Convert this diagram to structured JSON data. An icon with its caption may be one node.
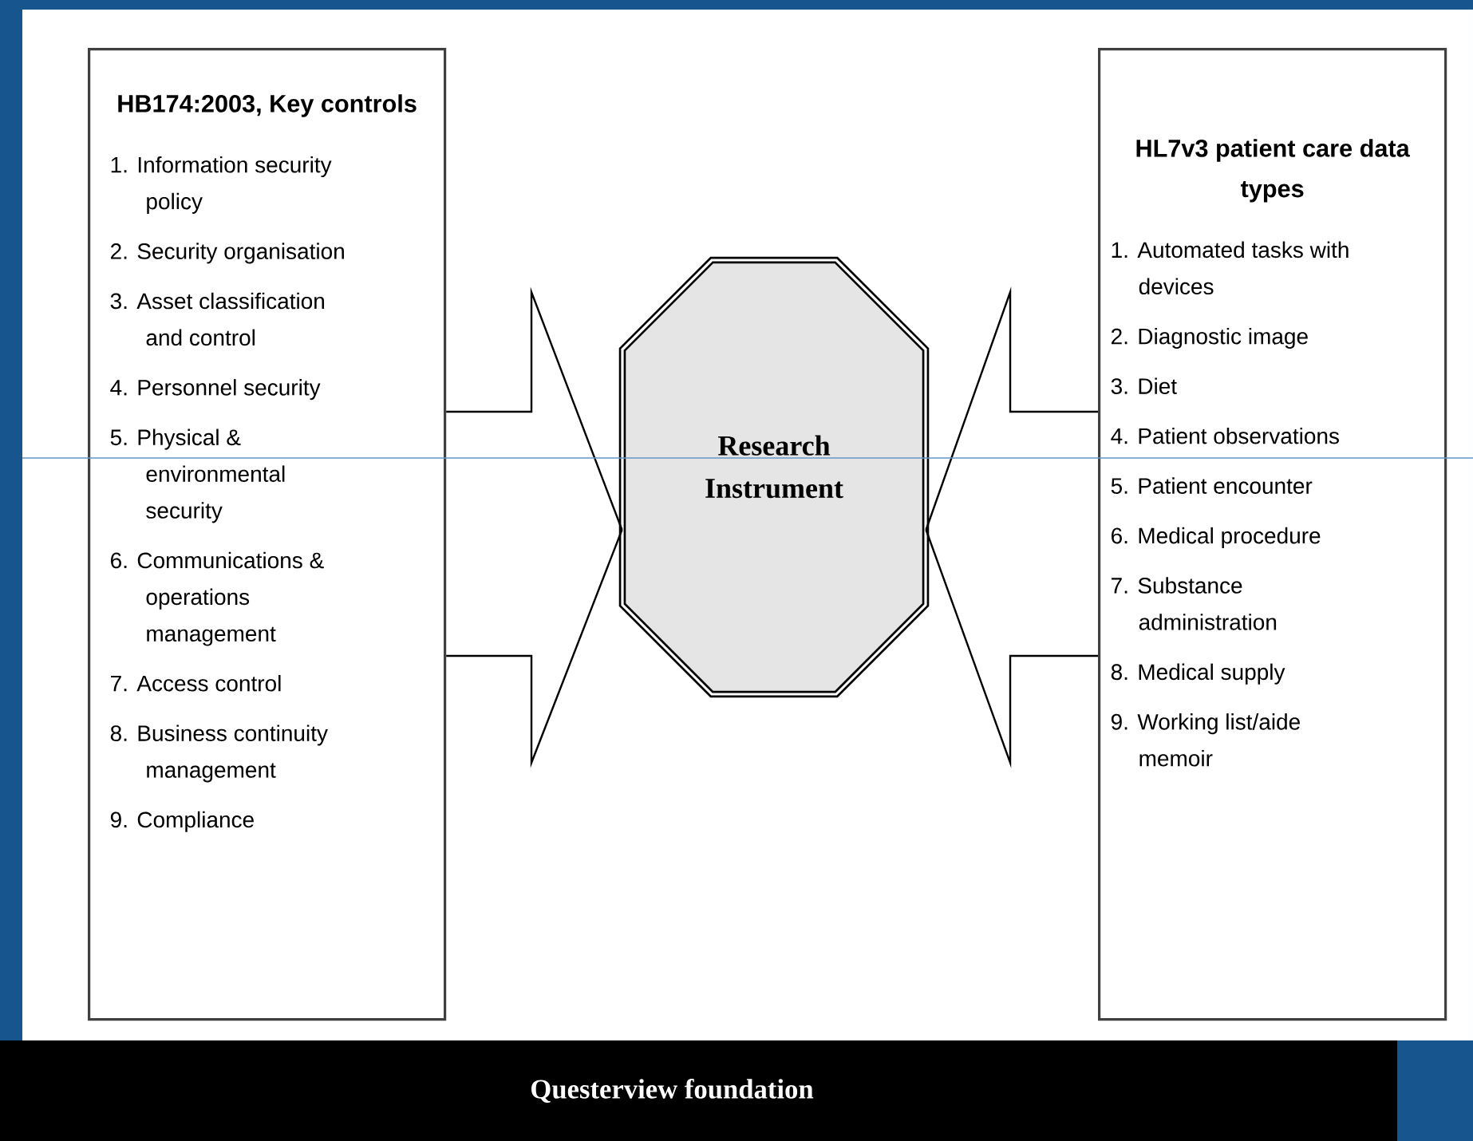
{
  "diagram": {
    "nodes": [
      {
        "text": [
          "HB174:2003, Key controls",
          "1. Information security policy",
          "2. Security organisation",
          "3. Asset classification and control",
          "4. Personnel security",
          "5. Physical & environmental security",
          "6. Communications & operations management",
          "7. Access control",
          "8. Business continuity management",
          "9. Compliance"
        ]
      },
      {
        "text": [
          "Research Instrument"
        ]
      },
      {
        "text": [
          "HL7v3 patient care data types",
          "1. Automated tasks with devices",
          "2. Diagnostic image",
          "3. Diet",
          "4. Patient observations",
          "5. Patient encounter",
          "6. Medical procedure",
          "7. Substance administration",
          "8. Medical supply",
          "9. Working list/aide memoir"
        ]
      },
      {
        "text": [
          "Questerview foundation"
        ]
      }
    ],
    "edges": [
      {
        "from": 0,
        "to": 1,
        "arrow": "none"
      },
      {
        "from": 0,
        "to": 1,
        "arrow": "none"
      },
      {
        "from": 2,
        "to": 1,
        "arrow": "none"
      },
      {
        "from": 2,
        "to": 1,
        "arrow": "none"
      }
    ]
  }
}
